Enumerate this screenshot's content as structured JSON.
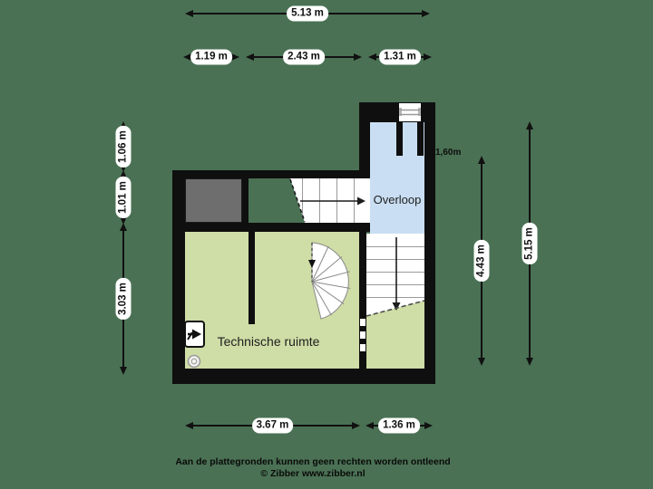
{
  "rooms": {
    "overloop": "Overloop",
    "technical": "Technische ruimte"
  },
  "annotations": {
    "headroom": "1,60m"
  },
  "dims": {
    "top_total": "5.13 m",
    "top_a": "1.19 m",
    "top_b": "2.43 m",
    "top_c": "1.31 m",
    "left_a": "1.06 m",
    "left_b": "1.01 m",
    "left_c": "3.03 m",
    "right_a": "4.43 m",
    "right_b": "5.15 m",
    "bottom_a": "3.67 m",
    "bottom_b": "1.36 m"
  },
  "footer": {
    "disclaimer": "Aan de plattegronden kunnen geen rechten worden ontleend",
    "credit": "© Zibber www.zibber.nl"
  },
  "colors": {
    "background": "#4a7154",
    "wall": "#0f0f0f",
    "floor_green": "#cfdda6",
    "overloop_blue": "#c9def2",
    "void_gray": "#6e6e6e",
    "dim_label_bg": "#ffffff"
  }
}
